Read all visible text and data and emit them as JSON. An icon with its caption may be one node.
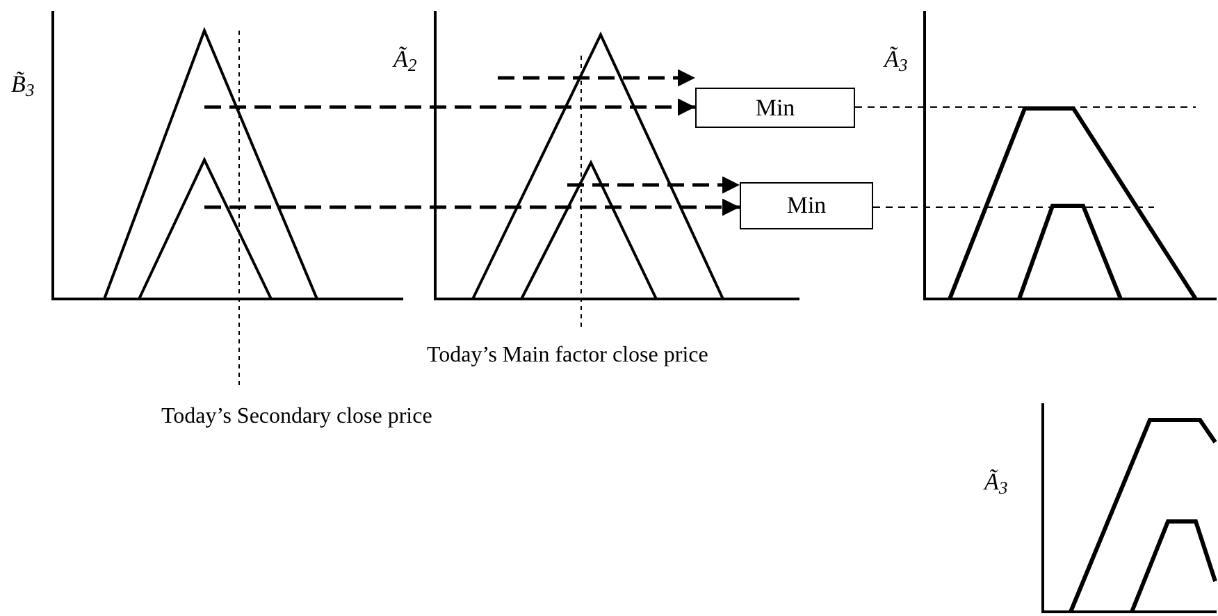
{
  "diagram": {
    "nodes": [
      {
        "text": [
          "Min"
        ]
      },
      {
        "text": [
          "Min"
        ]
      }
    ],
    "edges": [
      {
        "from": null,
        "to": 0,
        "arrow": "to",
        "style": "dashed"
      },
      {
        "from": null,
        "to": 0,
        "arrow": "to",
        "style": "dashed"
      },
      {
        "from": null,
        "to": 1,
        "arrow": "to",
        "style": "dashed"
      },
      {
        "from": null,
        "to": 1,
        "arrow": "to",
        "style": "dashed"
      },
      {
        "from": 0,
        "to": null,
        "arrow": "none",
        "style": "dashed"
      },
      {
        "from": 1,
        "to": null,
        "arrow": "none",
        "style": "dashed"
      }
    ],
    "labels": [
      "B̃$_{3}$",
      "Ã$_{2}$",
      "Ã$_{3}$",
      "Today’s Main factor close price",
      "Today’s Secondary close price",
      "Ã$_{3}$"
    ]
  }
}
